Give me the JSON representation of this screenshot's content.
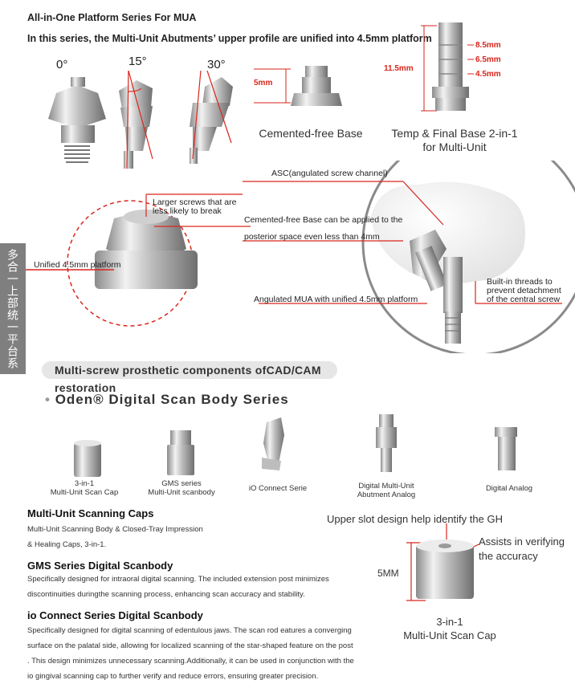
{
  "header": {
    "title": "All-in-One Platform Series For MUA",
    "subtitle": "In this series, the Multi-Unit Abutments’ upper profile are unified into 4.5mm platform"
  },
  "angles": [
    "0°",
    "15°",
    "30°"
  ],
  "cemented_base": {
    "dim": "5mm",
    "caption": "Cemented-free  Base"
  },
  "temp_final": {
    "total": "11.5mm",
    "marks": [
      "8.5mm",
      "6.5mm",
      "4.5mm"
    ],
    "caption_line1": "Temp & Final Base 2-in-1",
    "caption_line2": "for Multi-Unit"
  },
  "callouts": {
    "asc": "ASC(angulated screw channel)",
    "larger_screws_1": "Larger screws that are",
    "larger_screws_2": "less likely to break",
    "cemented_line1": "Cemented-free Base can be applied to the",
    "cemented_line2": "posterior space even less than 4mm",
    "unified": "Unified 4.5mm platform",
    "angulated_mua": "Angulated MUA with unified 4.5mm platform",
    "threads_1": "Built-in threads  to",
    "threads_2": "prevent detachment",
    "threads_3": "of  the central screw"
  },
  "sidebar_text": "多合一上部统一平台系统",
  "pill": "Multi-screw prosthetic components ofCAD/CAM restoration",
  "series": {
    "bullet": "•",
    "title": "Oden® Digital Scan Body Series"
  },
  "products": [
    {
      "line1": "3-in-1",
      "line2": "Multi-Unit Scan Cap"
    },
    {
      "line1": "GMS series",
      "line2": "Multi-Unit scanbody"
    },
    {
      "line1": "iO Connect Serie",
      "line2": ""
    },
    {
      "line1": "Digital Multi-Unit",
      "line2": "Abutment Analog"
    },
    {
      "line1": "Digital Analog",
      "line2": ""
    }
  ],
  "sections": [
    {
      "heading": "Multi-Unit Scanning Caps",
      "lines": [
        "Multi-Unit Scanning Body & Closed-Tray Impression",
        " & Healing Caps, 3-in-1."
      ]
    },
    {
      "heading": "GMS Series Digital Scanbody",
      "lines": [
        "Specifically designed for intraoral digital scanning. The included extension post minimizes",
        " discontinuities duringthe scanning process, enhancing scan accuracy and stability."
      ]
    },
    {
      "heading": "io Connect Series Digital Scanbody",
      "lines": [
        "Specifically designed for digital scanning of edentulous jaws. The scan rod eatures a converging",
        " surface on the palatal side, allowing for localized scanning of the star-shaped feature on the post",
        ". This design minimizes unnecessary scanning.Additionally, it can be used in conjunction with the",
        " io gingival scanning cap to further verify and reduce errors, ensuring greater precision."
      ]
    }
  ],
  "scan_cap_detail": {
    "upper_slot": "Upper slot design help identify the GH",
    "assists_1": "Assists in verifying",
    "assists_2": "the accuracy",
    "height": "5MM",
    "cap_line1": "3-in-1",
    "cap_line2": "Multi-Unit Scan Cap"
  },
  "colors": {
    "accent_red": "#d9261c",
    "pill_bg": "#e6e6e6",
    "sidebar_bg": "#7f7f7f"
  }
}
